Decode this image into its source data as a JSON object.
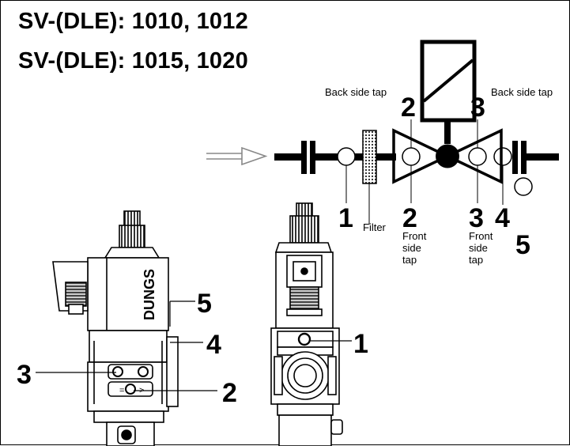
{
  "titles": {
    "line1": "SV-(DLE): 1010, 1012",
    "line2": "SV-(DLE): 1015, 1020"
  },
  "schematic": {
    "back_tap_left": "Back side tap",
    "back_tap_right": "Back side tap",
    "num_2_top": "2",
    "num_3_top": "3",
    "num_1": "1",
    "filter": "Filter",
    "num_2_bottom": "2",
    "front_left_1": "Front",
    "front_left_2": "side",
    "front_left_3": "tap",
    "num_3_bottom": "3",
    "front_right_1": "Front",
    "front_right_2": "side",
    "front_right_3": "tap",
    "num_4": "4",
    "num_5": "5"
  },
  "device": {
    "brand": "DUNGS",
    "left_callouts": {
      "five": "5",
      "four": "4",
      "three": "3",
      "two": "2"
    },
    "right_callouts": {
      "one": "1"
    }
  }
}
